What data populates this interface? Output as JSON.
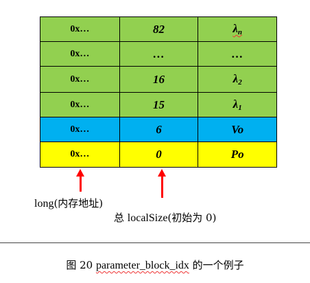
{
  "colors": {
    "green": "#92d050",
    "blue": "#00b0f0",
    "yellow": "#ffff00",
    "arrow": "#ff0000"
  },
  "rows": [
    {
      "addr": "0x…",
      "value": "82",
      "symbol": "λ",
      "symbol_sub": "n",
      "color": "green"
    },
    {
      "addr": "0x…",
      "value": "…",
      "symbol": "…",
      "symbol_sub": "",
      "color": "green"
    },
    {
      "addr": "0x…",
      "value": "16",
      "symbol": "λ",
      "symbol_sub": "2",
      "color": "green"
    },
    {
      "addr": "0x…",
      "value": "15",
      "symbol": "λ",
      "symbol_sub": "1",
      "color": "green"
    },
    {
      "addr": "0x…",
      "value": "6",
      "symbol": "Vo",
      "symbol_sub": "",
      "color": "blue"
    },
    {
      "addr": "0x…",
      "value": "0",
      "symbol": "Po",
      "symbol_sub": "",
      "color": "yellow"
    }
  ],
  "labels": {
    "left_en": "long",
    "left_cn": "(内存地址)",
    "right_prefix": "总 ",
    "right_en": "localSize",
    "right_cn": "(初始为 0)"
  },
  "caption": {
    "prefix": "图 20 ",
    "code": "parameter_block_idx",
    "suffix": " 的一个例子"
  }
}
